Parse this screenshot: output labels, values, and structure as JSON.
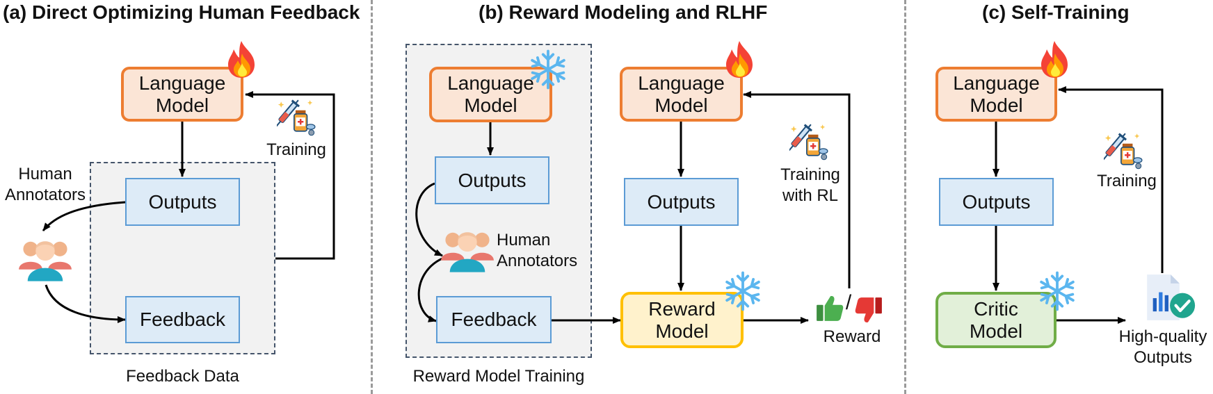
{
  "panels": {
    "a": {
      "title": "(a) Direct Optimizing Human Feedback",
      "language_model": [
        "Language",
        "Model"
      ],
      "outputs": "Outputs",
      "feedback": "Feedback",
      "human_annotators": [
        "Human",
        "Annotators"
      ],
      "training": "Training",
      "container_label": "Feedback Data"
    },
    "b": {
      "title": "(b) Reward Modeling and RLHF",
      "language_model_frozen": [
        "Language",
        "Model"
      ],
      "outputs_left": "Outputs",
      "human_annotators": [
        "Human",
        "Annotators"
      ],
      "feedback": "Feedback",
      "container_label": "Reward Model Training",
      "language_model": [
        "Language",
        "Model"
      ],
      "outputs_right": "Outputs",
      "reward_model": [
        "Reward",
        "Model"
      ],
      "training_with_rl": [
        "Training",
        "with RL"
      ],
      "slash": "/",
      "reward": "Reward"
    },
    "c": {
      "title": "(c) Self-Training",
      "language_model": [
        "Language",
        "Model"
      ],
      "outputs": "Outputs",
      "critic_model": [
        "Critic",
        "Model"
      ],
      "training": "Training",
      "high_quality_outputs": [
        "High-quality",
        "Outputs"
      ]
    }
  },
  "icons": [
    "fire-icon",
    "snowflake-icon",
    "medicine-icon",
    "people-icon",
    "thumbs-up-icon",
    "thumbs-down-icon",
    "report-check-icon"
  ],
  "colors": {
    "lm_fill": "#fbe5d6",
    "lm_border": "#ed7d31",
    "out_fill": "#ddebf7",
    "out_border": "#5b9bd5",
    "reward_fill": "#fff2cc",
    "reward_border": "#ffc000",
    "critic_fill": "#e2f0d9",
    "critic_border": "#70ad47",
    "container_fill": "#f2f2f2",
    "container_border": "#44546a",
    "separator": "#9a9a9a",
    "thumbs_up": "#4caf50",
    "thumbs_down": "#e53935"
  }
}
